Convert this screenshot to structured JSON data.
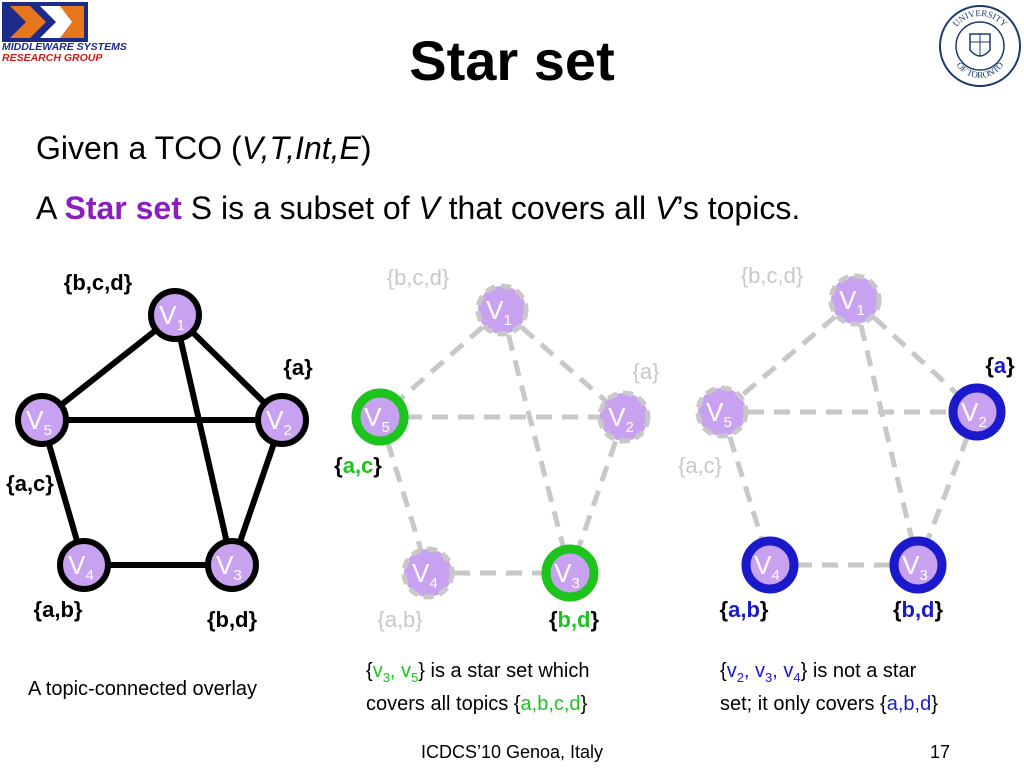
{
  "logo": {
    "line1": "MIDDLEWARE SYSTEMS",
    "line2": "RESEARCH GROUP"
  },
  "seal": {
    "top": "UNIVERSITY",
    "bottom": "OF TORONTO"
  },
  "title": "Star set",
  "intro": {
    "prefix": "Given a TCO (",
    "tuple": "V,T,Int,E",
    "suffix": ")"
  },
  "definition": {
    "a": "A ",
    "term": "Star set",
    "mid": " S is a subset of ",
    "v": "V",
    "end": " that covers all ",
    "v2": "V",
    "tail": "’s topics."
  },
  "colors": {
    "node_fill": "#c8a2f0",
    "green": "#1ec41e",
    "blue": "#1a1acc",
    "gray": "#c8c8c8",
    "purple": "#8a1fbf"
  },
  "diagram": {
    "graphs": [
      {
        "id": "g1",
        "style": "solid",
        "nodes": [
          {
            "id": "V1",
            "label": "V",
            "sub": "1",
            "tags": "{b,c,d}",
            "hl": "none"
          },
          {
            "id": "V2",
            "label": "V",
            "sub": "2",
            "tags": "{a}",
            "hl": "none"
          },
          {
            "id": "V3",
            "label": "V",
            "sub": "3",
            "tags": "{b,d}",
            "hl": "none"
          },
          {
            "id": "V4",
            "label": "V",
            "sub": "4",
            "tags": "{a,b}",
            "hl": "none"
          },
          {
            "id": "V5",
            "label": "V",
            "sub": "5",
            "tags": "{a,c}",
            "hl": "none"
          }
        ],
        "edges": [
          [
            "V1",
            "V2"
          ],
          [
            "V1",
            "V5"
          ],
          [
            "V1",
            "V3"
          ],
          [
            "V5",
            "V2"
          ],
          [
            "V5",
            "V4"
          ],
          [
            "V2",
            "V3"
          ],
          [
            "V4",
            "V3"
          ]
        ]
      },
      {
        "id": "g2",
        "style": "dashed",
        "nodes": [
          {
            "id": "V1",
            "label": "V",
            "sub": "1",
            "tags": "{b,c,d}",
            "hl": "none"
          },
          {
            "id": "V2",
            "label": "V",
            "sub": "2",
            "tags": "{a}",
            "hl": "none"
          },
          {
            "id": "V3",
            "label": "V",
            "sub": "3",
            "tags_open": "{",
            "tags_inner": "b,d",
            "tags_close": "}",
            "hl": "green"
          },
          {
            "id": "V4",
            "label": "V",
            "sub": "4",
            "tags": "{a,b}",
            "hl": "none"
          },
          {
            "id": "V5",
            "label": "V",
            "sub": "5",
            "tags_open": "{",
            "tags_inner": "a,c",
            "tags_close": "}",
            "hl": "green"
          }
        ],
        "edges": [
          [
            "V1",
            "V2"
          ],
          [
            "V1",
            "V5"
          ],
          [
            "V1",
            "V3"
          ],
          [
            "V5",
            "V2"
          ],
          [
            "V5",
            "V4"
          ],
          [
            "V2",
            "V3"
          ],
          [
            "V4",
            "V3"
          ]
        ]
      },
      {
        "id": "g3",
        "style": "dashed",
        "nodes": [
          {
            "id": "V1",
            "label": "V",
            "sub": "1",
            "tags": "{b,c,d}",
            "hl": "none"
          },
          {
            "id": "V2",
            "label": "V",
            "sub": "2",
            "tags_open": "{",
            "tags_inner": "a",
            "tags_close": "}",
            "hl": "blue"
          },
          {
            "id": "V3",
            "label": "V",
            "sub": "3",
            "tags_open": "{",
            "tags_inner": "b,d",
            "tags_close": "}",
            "hl": "blue"
          },
          {
            "id": "V4",
            "label": "V",
            "sub": "4",
            "tags_open": "{",
            "tags_inner": "a,b",
            "tags_close": "}",
            "hl": "blue"
          },
          {
            "id": "V5",
            "label": "V",
            "sub": "5",
            "tags": "{a,c}",
            "hl": "none"
          }
        ],
        "edges": [
          [
            "V1",
            "V2"
          ],
          [
            "V1",
            "V5"
          ],
          [
            "V1",
            "V3"
          ],
          [
            "V5",
            "V2"
          ],
          [
            "V5",
            "V4"
          ],
          [
            "V2",
            "V3"
          ],
          [
            "V4",
            "V3"
          ]
        ]
      }
    ]
  },
  "captions": {
    "c1": "A topic-connected overlay",
    "c2": {
      "open": "{",
      "v3": "v",
      "s3": "3",
      "comma": ", ",
      "v5": "v",
      "s5": "5",
      "close": "}",
      "rest": " is a star set which",
      "line2": "covers all topics {",
      "topics": "a,b,c,d",
      "end": "}"
    },
    "c3": {
      "open": "{",
      "v2": "v",
      "s2": "2",
      "c1": ", ",
      "v3": "v",
      "s3": "3",
      "c2": ", ",
      "v4": "v",
      "s4": "4",
      "close": "}",
      "rest": " is not a star",
      "line2": "set; it only covers {",
      "topics": "a,b,d",
      "end": "}"
    }
  },
  "footer": "ICDCS’10 Genoa, Italy",
  "page_number": "17"
}
